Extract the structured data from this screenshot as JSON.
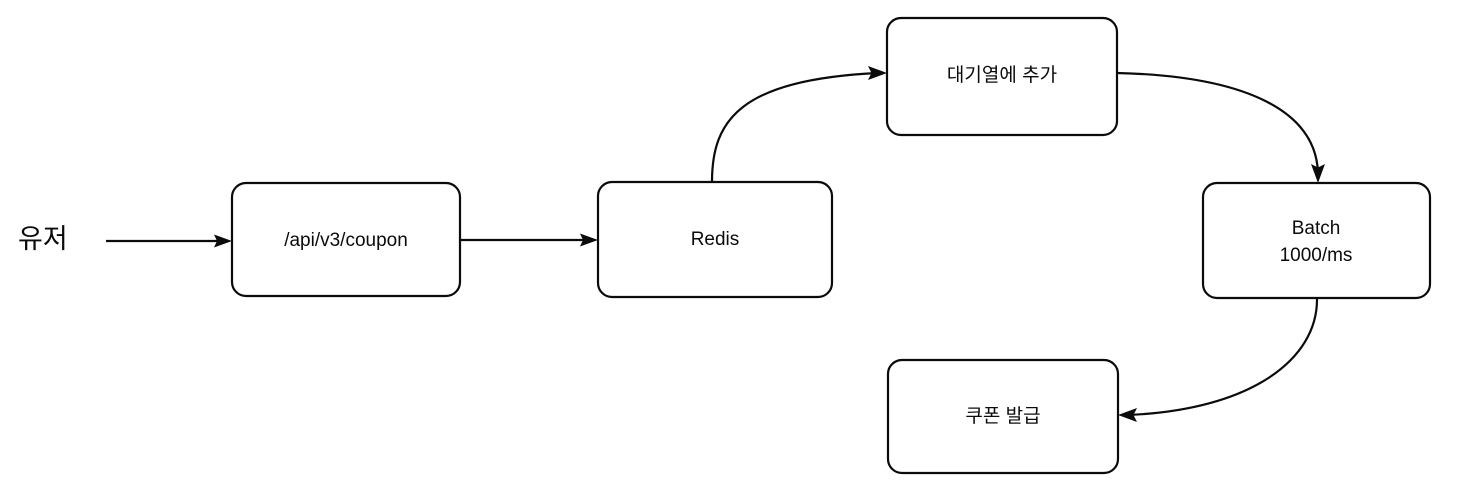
{
  "diagram": {
    "title": "Coupon issuance queue flow",
    "background_color": "#ffffff",
    "stroke_color": "#0b0b0b",
    "node_fill_color": "#ffffff",
    "actors": [
      {
        "id": "user",
        "label": "유저"
      }
    ],
    "nodes": [
      {
        "id": "api",
        "label": "/api/v3/coupon",
        "lines": [
          "/api/v3/coupon"
        ]
      },
      {
        "id": "redis",
        "label": "Redis",
        "lines": [
          "Redis"
        ]
      },
      {
        "id": "enqueue",
        "label": "대기열에 추가",
        "lines": [
          "대기열에 추가"
        ]
      },
      {
        "id": "batch",
        "label": "Batch 1000/ms",
        "lines": [
          "Batch",
          "1000/ms"
        ]
      },
      {
        "id": "issue",
        "label": "쿠폰 발급",
        "lines": [
          "쿠폰 발급"
        ]
      }
    ],
    "edges": [
      {
        "id": "user-to-api",
        "from": "user",
        "to": "api",
        "label": "",
        "style": "straight"
      },
      {
        "id": "api-to-redis",
        "from": "api",
        "to": "redis",
        "label": "",
        "style": "straight"
      },
      {
        "id": "redis-to-enqueue",
        "from": "redis",
        "to": "enqueue",
        "label": "",
        "style": "curved"
      },
      {
        "id": "enqueue-to-batch",
        "from": "enqueue",
        "to": "batch",
        "label": "",
        "style": "curved"
      },
      {
        "id": "batch-to-issue",
        "from": "batch",
        "to": "issue",
        "label": "",
        "style": "curved"
      }
    ]
  }
}
